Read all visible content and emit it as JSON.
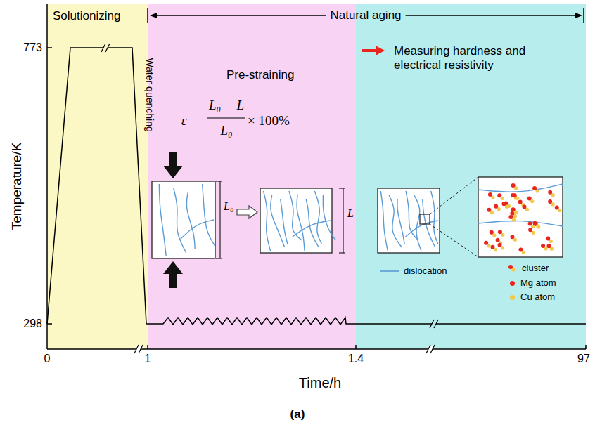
{
  "diagram": {
    "caption": "(a)",
    "nodes": [
      {
        "text": [
          "Solutionizing"
        ]
      },
      {
        "text": [
          "Pre-straining"
        ]
      },
      {
        "text": [
          "Measuring hardness and electrical resistivity"
        ]
      }
    ],
    "labels": [
      "Natural aging",
      "Water quenching",
      "ε =",
      "L₀ − L",
      "L₀",
      "× 100%",
      "L₀",
      "L",
      "773",
      "298",
      "Temperature/K",
      "0",
      "1",
      "1.4",
      "97",
      "Time/h"
    ],
    "legend": [
      {
        "text": "dislocation"
      },
      {
        "text": "cluster"
      },
      {
        "text": "Mg atom",
        "color": "#e8261e"
      },
      {
        "text": "Cu atom",
        "color": "#f3c94a"
      }
    ]
  }
}
